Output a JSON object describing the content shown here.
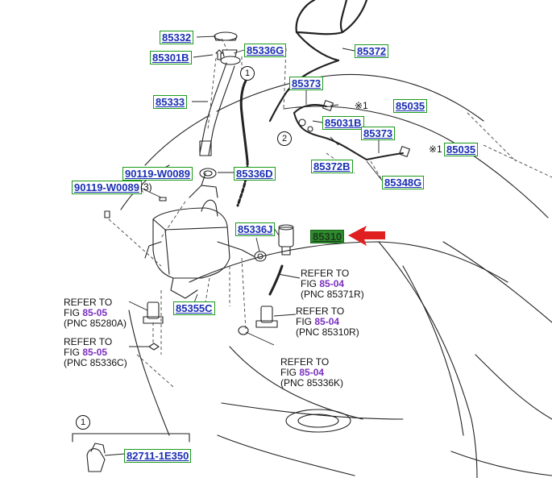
{
  "callouts": {
    "c85332": "85332",
    "c85301B": "85301B",
    "c85336G": "85336G",
    "c85372": "85372",
    "c85373a": "85373",
    "c85035a": "85035",
    "c85031B": "85031B",
    "c85373b": "85373",
    "c85035b": "85035",
    "c85333": "85333",
    "c85372B": "85372B",
    "c85348G": "85348G",
    "c90119a": "90119-W0089",
    "c85336D": "85336D",
    "c90119b": "90119-W0089",
    "c85336J": "85336J",
    "c85310": "85310",
    "c85355C": "85355C",
    "c82711": "82711-1E350"
  },
  "qty": {
    "q3": "(3)"
  },
  "marks": {
    "m1": "※1",
    "m2": "※1"
  },
  "circles": {
    "n1": "1",
    "n2": "2",
    "n3": "1"
  },
  "refs": [
    {
      "l1": "REFER TO",
      "fig_prefix": "FIG ",
      "fig": "85-04",
      "pnc": "(PNC 85371R)"
    },
    {
      "l1": "REFER TO",
      "fig_prefix": "FIG ",
      "fig": "85-04",
      "pnc": "(PNC 85310R)"
    },
    {
      "l1": "REFER TO",
      "fig_prefix": "FIG ",
      "fig": "85-05",
      "pnc": "(PNC 85280A)"
    },
    {
      "l1": "REFER TO",
      "fig_prefix": "FIG ",
      "fig": "85-05",
      "pnc": "(PNC 85336C)"
    },
    {
      "l1": "REFER TO",
      "fig_prefix": "FIG ",
      "fig": "85-04",
      "pnc": "(PNC 85336K)"
    }
  ],
  "colors": {
    "callout_border": "#1a9a1a",
    "callout_text": "#1a2fb4",
    "highlight_fill": "#2e8b2e",
    "ref_fig": "#7a2fc0",
    "arrow": "#e02020"
  }
}
